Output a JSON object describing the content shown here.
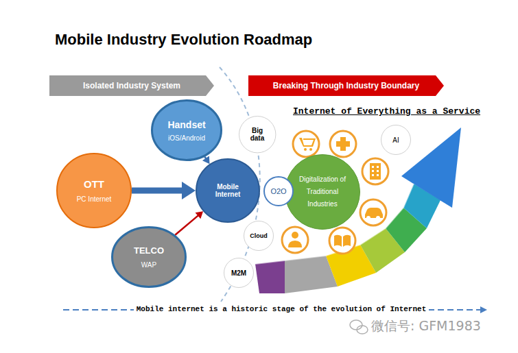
{
  "diagram": {
    "title": "Mobile Industry Evolution Roadmap",
    "nodes": [
      {
        "text": [
          "Isolated Industry System"
        ]
      },
      {
        "text": [
          "Breaking Through Industry Boundary"
        ]
      },
      {
        "text": [
          "Handset",
          "iOS/Android"
        ]
      },
      {
        "text": [
          "Big data"
        ]
      },
      {
        "text": [
          "AI"
        ]
      },
      {
        "text": [
          "OTT",
          "PC Internet"
        ]
      },
      {
        "text": [
          "Mobile Internet"
        ]
      },
      {
        "text": [
          "O2O"
        ]
      },
      {
        "text": [
          "Digitalization of Traditional Industries"
        ]
      },
      {
        "text": [
          "Cloud"
        ]
      },
      {
        "text": [
          "TELCO",
          "WAP"
        ]
      },
      {
        "text": [
          "M2M"
        ]
      }
    ],
    "edges": [
      {
        "from": 5,
        "to": 6,
        "arrow": "to"
      },
      {
        "from": 2,
        "to": 6,
        "arrow": "to"
      },
      {
        "from": 10,
        "to": 6,
        "arrow": "to"
      }
    ],
    "labels": [
      "Internet of Everything as a Service",
      "Mobile internet is a historic stage of the evolution of Internet",
      "微信号: GFM1983"
    ]
  }
}
